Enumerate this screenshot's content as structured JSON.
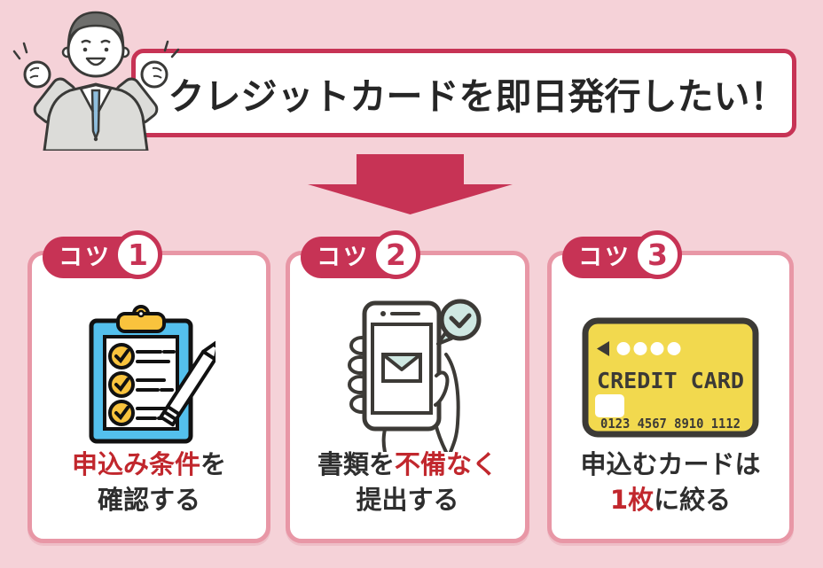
{
  "colors": {
    "background": "#f5d2d8",
    "accent_crimson": "#c73355",
    "card_border_pink": "#e897a6",
    "highlight_red": "#c1272d",
    "text_dark": "#2e2e2e",
    "clipboard_blue": "#54c0ed",
    "clipboard_yellow": "#f9c33d",
    "mint_green": "#cfe8e2",
    "creditcard_yellow": "#f2d94e",
    "icon_outline": "#3c3a36"
  },
  "header": {
    "title": "クレジットカードを即日発行したい！",
    "illustration": "businessman-fists-raised"
  },
  "arrow": {
    "direction": "down"
  },
  "tips": [
    {
      "badge_label": "コツ",
      "number": "1",
      "icon": "clipboard-checklist-icon",
      "caption": {
        "line1_red": "申込み条件",
        "line1_rest": "を",
        "line2": "確認する"
      }
    },
    {
      "badge_label": "コツ",
      "number": "2",
      "icon": "smartphone-mail-check-icon",
      "caption": {
        "line1_pre": "書類を",
        "line1_red": "不備なく",
        "line2": "提出する"
      }
    },
    {
      "badge_label": "コツ",
      "number": "3",
      "icon": "credit-card-icon",
      "card_face": {
        "brand": "CREDIT CARD",
        "number": "0123 4567 8910 1112"
      },
      "caption": {
        "line1": "申込むカードは",
        "line2_red": "1枚",
        "line2_rest": "に絞る"
      }
    }
  ]
}
